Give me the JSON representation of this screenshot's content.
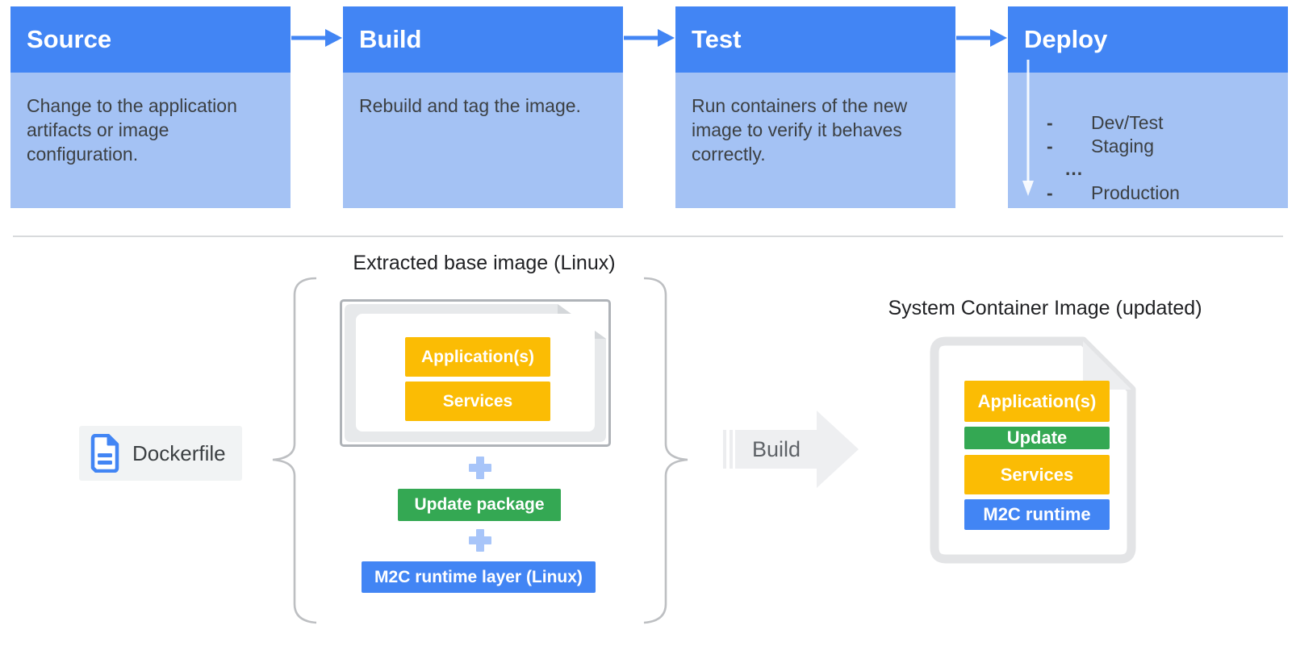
{
  "palette": {
    "stage_header_blue": "#4285F4",
    "stage_body_blue": "#A4C2F4",
    "arrow_blue": "#4285F4",
    "yellow": "#FBBC04",
    "green": "#34A853",
    "blue": "#4285F4",
    "plus_blue": "#A8C5F9",
    "chip_gray": "#F1F3F4",
    "build_arrow_gray": "#EEEFF1",
    "doc_gray": "#E7E9EB",
    "doc_border_gray": "#E3E4E6",
    "text_dark": "#3C4043"
  },
  "pipeline": {
    "stages": [
      {
        "title": "Source",
        "description": "Change to the application artifacts or image configuration."
      },
      {
        "title": "Build",
        "description": "Rebuild and tag the image."
      },
      {
        "title": "Test",
        "description": "Run containers of the new image to verify it behaves correctly."
      },
      {
        "title": "Deploy",
        "items": [
          {
            "marker": "-",
            "label": "Dev/Test"
          },
          {
            "marker": "-",
            "label": "Staging"
          },
          {
            "marker": "",
            "label": "..."
          },
          {
            "marker": "-",
            "label": "Production"
          }
        ]
      }
    ]
  },
  "dockerfile": {
    "label": "Dockerfile"
  },
  "base_image": {
    "title": "Extracted base image (Linux)",
    "doc_layers": [
      {
        "label": "Application(s)",
        "color": "#FBBC04"
      },
      {
        "label": "Services",
        "color": "#FBBC04"
      }
    ],
    "plus": "+",
    "update_package": {
      "label": "Update package",
      "color": "#34A853"
    },
    "runtime_layer": {
      "label": "M2C runtime layer (Linux)",
      "color": "#4285F4"
    }
  },
  "build_step": {
    "label": "Build"
  },
  "container_image": {
    "title": "System Container Image (updated)",
    "layers": [
      {
        "label": "Application(s)",
        "color": "#FBBC04"
      },
      {
        "label": "Update",
        "color": "#34A853"
      },
      {
        "label": "Services",
        "color": "#FBBC04"
      },
      {
        "label": "M2C runtime",
        "color": "#4285F4"
      }
    ]
  }
}
